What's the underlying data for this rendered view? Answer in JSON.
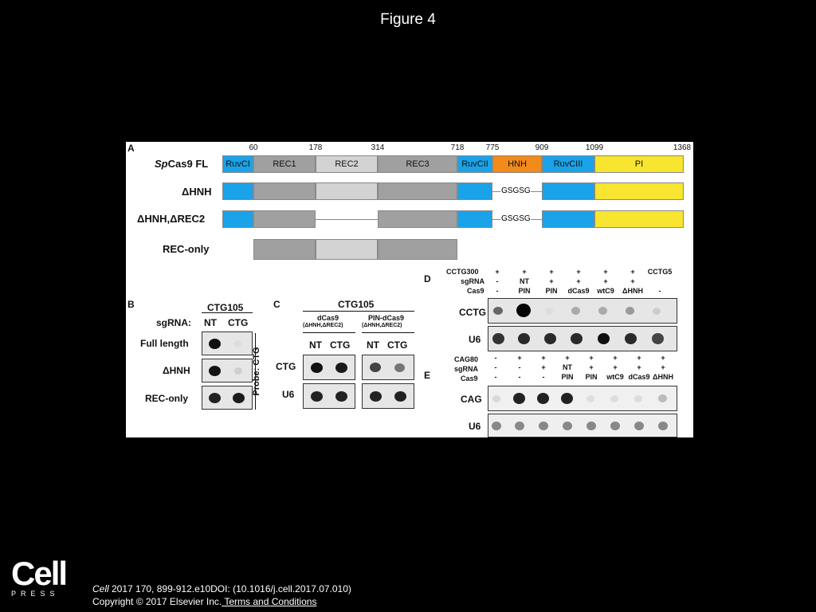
{
  "title": "Figure 4",
  "panel_letters": {
    "a": "A",
    "b": "B",
    "c": "C",
    "d": "D",
    "e": "E"
  },
  "panel_a": {
    "ticks": [
      "60",
      "178",
      "314",
      "718",
      "775",
      "909",
      "1099",
      "1368"
    ],
    "row_labels": {
      "fl_prefix": "Sp",
      "fl_suffix": "Cas9 FL",
      "dhnh": "ΔHNH",
      "dhnh_drec2": "ΔHNH,ΔREC2",
      "rec_only": "REC-only"
    },
    "domains": [
      "RuvCI",
      "REC1",
      "REC2",
      "REC3",
      "RuvCII",
      "HNH",
      "RuvCIII",
      "PI"
    ],
    "linker": "GSGSG",
    "colors": {
      "ruvc": "#1aa3e8",
      "rec_dark": "#a0a0a0",
      "rec_light": "#d3d3d3",
      "hnh": "#f28a1c",
      "pi": "#f7e52f"
    }
  },
  "panel_b": {
    "header": "CTG105",
    "sgrna_label": "sgRNA:",
    "cols": [
      "NT",
      "CTG"
    ],
    "rows": [
      "Full length",
      "ΔHNH",
      "REC-only"
    ],
    "probe": "Probe: CTG"
  },
  "panel_c": {
    "header": "CTG105",
    "group1": "dCas9",
    "group1_sub": "(ΔHNH,ΔREC2)",
    "group2": "PIN-dCas9",
    "group2_sub": "(ΔHNH,ΔREC2)",
    "cols": [
      "NT",
      "CTG",
      "NT",
      "CTG"
    ],
    "rows": [
      "CTG",
      "U6"
    ]
  },
  "panel_d": {
    "row_labels": [
      "CCTG300",
      "sgRNA",
      "Cas9"
    ],
    "cols": [
      {
        "r1": "+",
        "r2": "-",
        "r3": "-"
      },
      {
        "r1": "+",
        "r2": "NT",
        "r3": "PIN"
      },
      {
        "r1": "+",
        "r2": "+",
        "r3": "PIN"
      },
      {
        "r1": "+",
        "r2": "+",
        "r3": "dCas9"
      },
      {
        "r1": "+",
        "r2": "+",
        "r3": "wtC9"
      },
      {
        "r1": "+",
        "r2": "+",
        "r3": "ΔHNH"
      },
      {
        "r1": "CCTG5",
        "r2": "",
        "r3": "-"
      }
    ],
    "blots": [
      "CCTG",
      "U6"
    ]
  },
  "panel_e": {
    "row_labels": [
      "CAG80",
      "sgRNA",
      "Cas9"
    ],
    "cols": [
      {
        "r1": "-",
        "r2": "-",
        "r3": "-"
      },
      {
        "r1": "+",
        "r2": "-",
        "r3": "-"
      },
      {
        "r1": "+",
        "r2": "+",
        "r3": "-"
      },
      {
        "r1": "+",
        "r2": "NT",
        "r3": "PIN"
      },
      {
        "r1": "+",
        "r2": "+",
        "r3": "PIN"
      },
      {
        "r1": "+",
        "r2": "+",
        "r3": "wtC9"
      },
      {
        "r1": "+",
        "r2": "+",
        "r3": "dCas9"
      },
      {
        "r1": "+",
        "r2": "+",
        "r3": "ΔHNH"
      }
    ],
    "blots": [
      "CAG",
      "U6"
    ]
  },
  "footer": {
    "citation_journal": "Cell",
    "citation_rest": " 2017 170, 899-912.e10DOI: (10.1016/j.cell.2017.07.010)",
    "copyright": "Copyright © 2017 Elsevier Inc.",
    "terms": " Terms and Conditions"
  },
  "logo": {
    "word": "Cell",
    "press": "PRESS"
  }
}
